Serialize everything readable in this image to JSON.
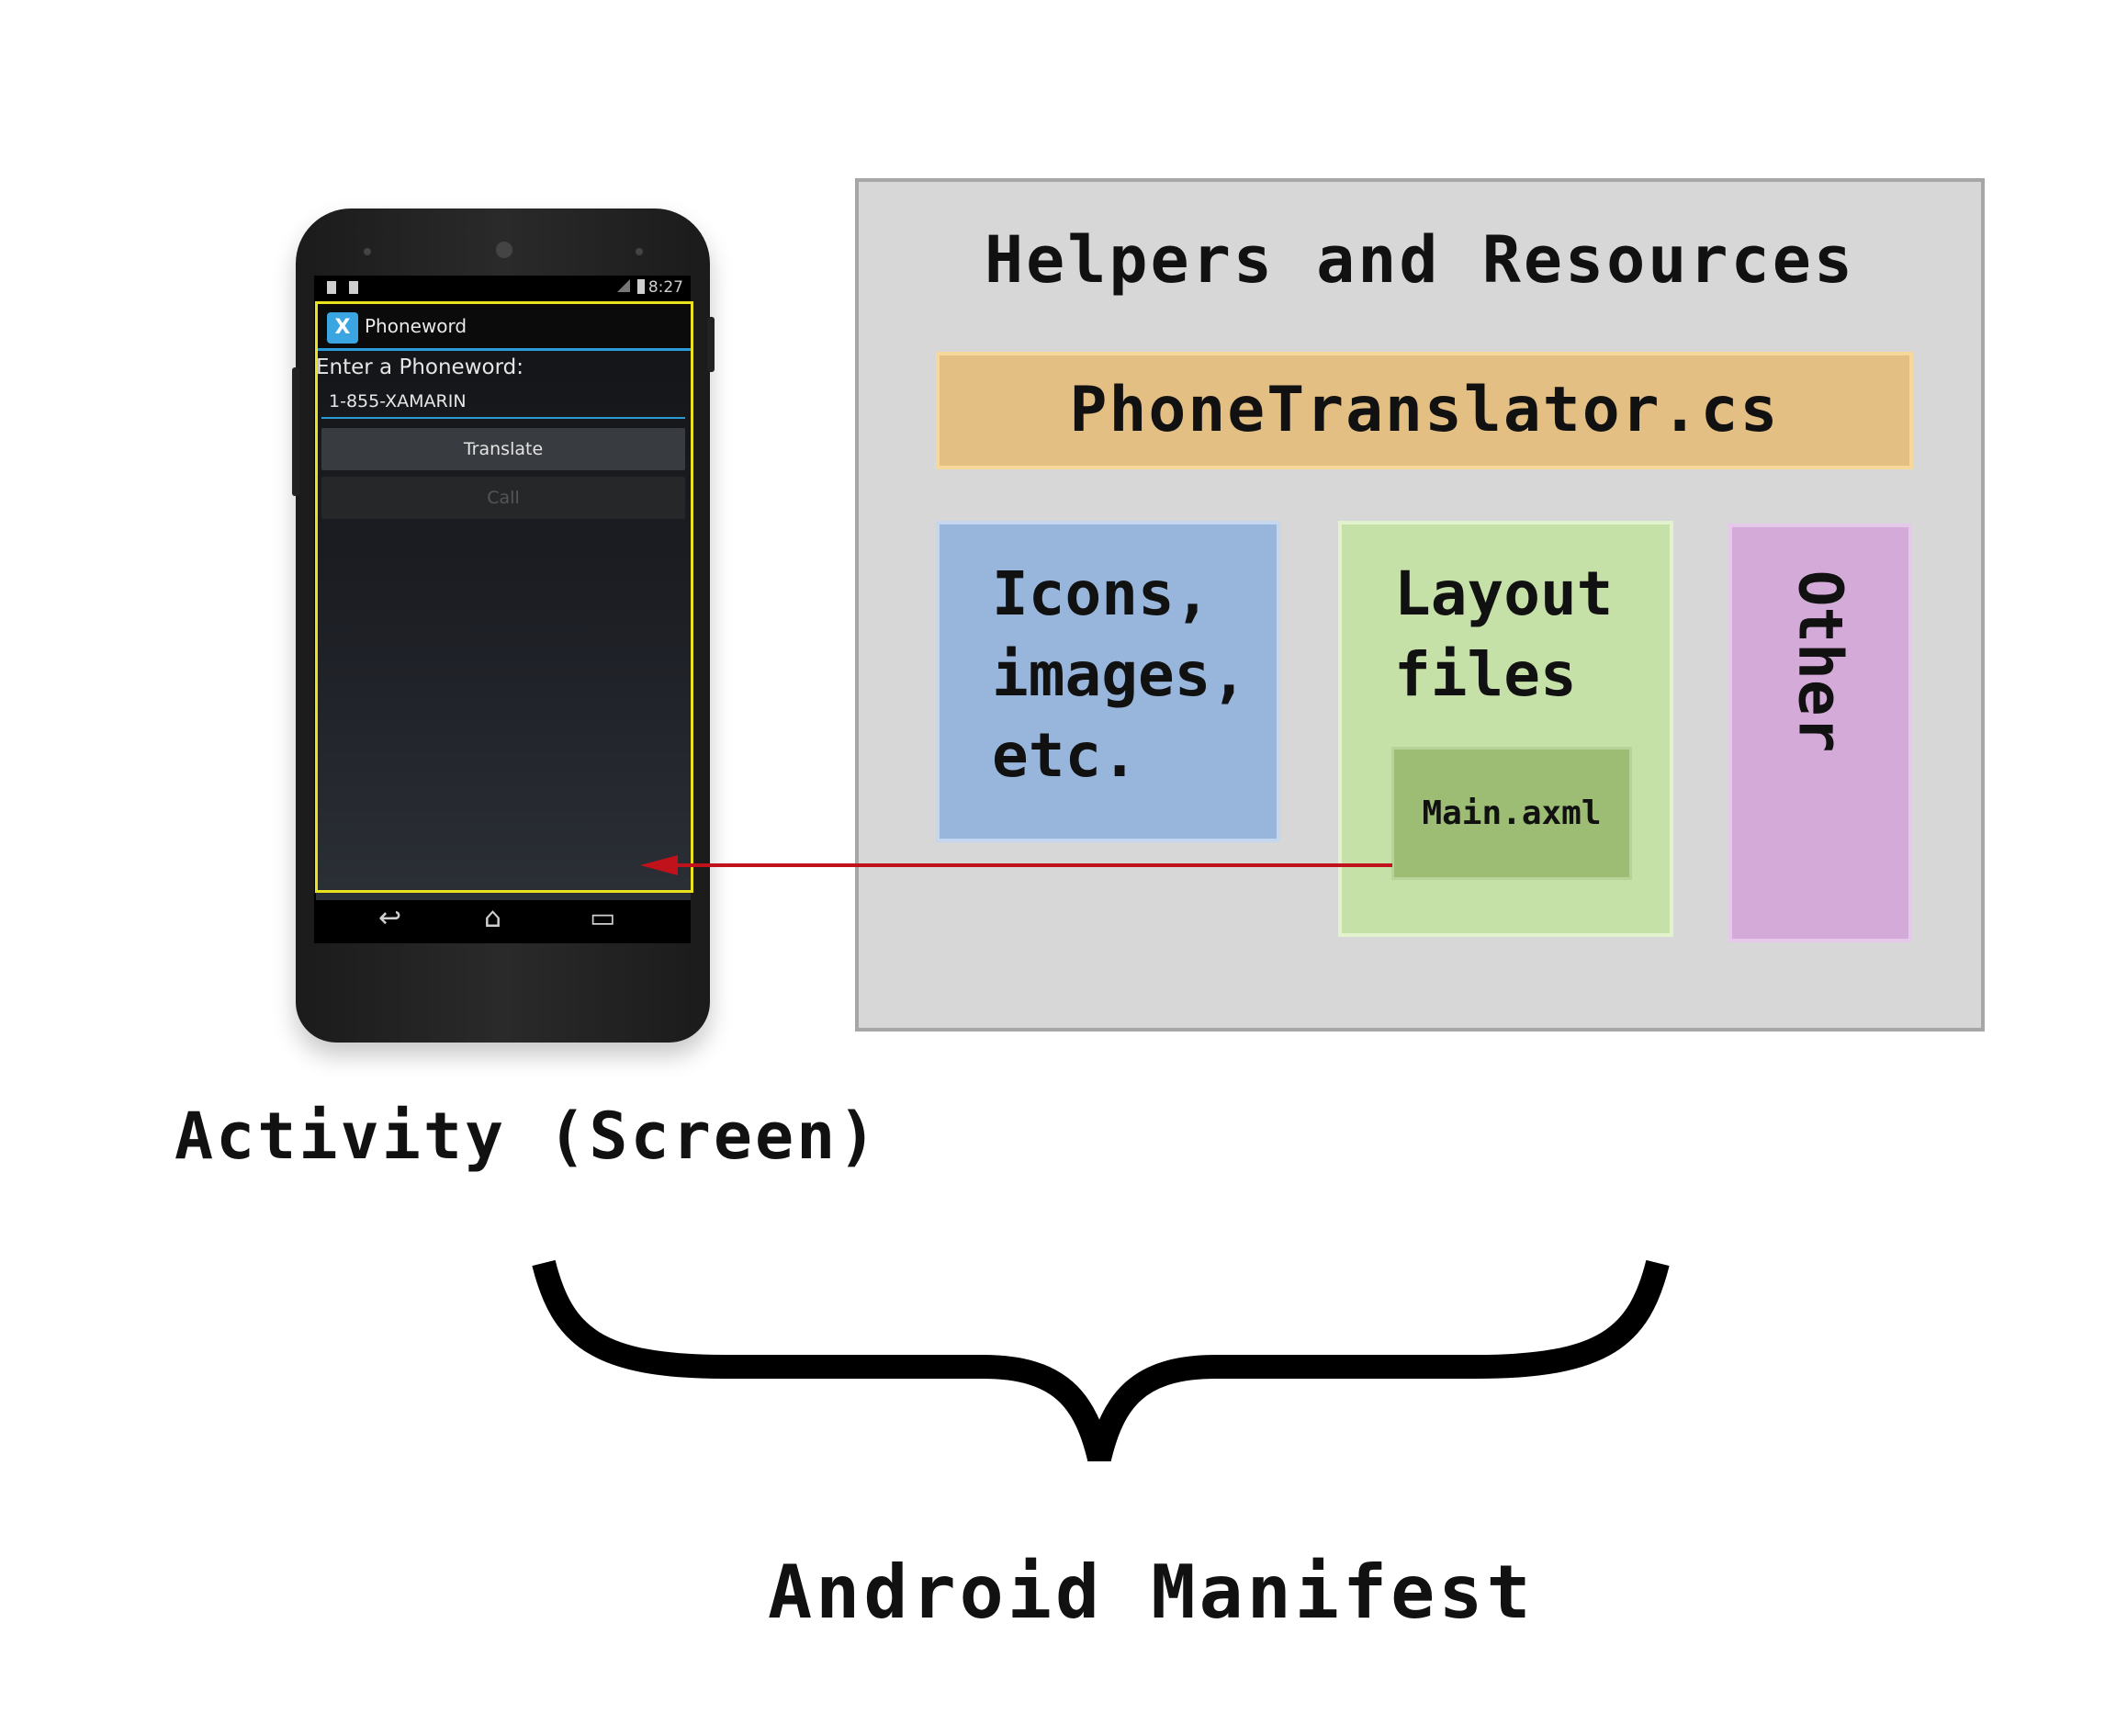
{
  "phone": {
    "status_time": "8:27",
    "app_title": "Phoneword",
    "app_logo_glyph": "X",
    "prompt_label": "Enter a Phoneword:",
    "input_value": "1-855-XAMARIN",
    "translate_label": "Translate",
    "call_label": "Call",
    "nav_icons": [
      "back-icon",
      "home-icon",
      "recents-icon"
    ]
  },
  "helpers": {
    "title": "Helpers and Resources",
    "phonetranslator": "PhoneTranslator.cs",
    "icons": "Icons,\nimages,\netc.",
    "layout": "Layout\nfiles",
    "main_axml": "Main.axml",
    "other": "Other"
  },
  "captions": {
    "activity": "Activity (Screen)",
    "manifest": "Android Manifest"
  },
  "colors": {
    "panel_bg": "#d8d7d8",
    "phonetranslator_bg": "#e4bf84",
    "icons_bg": "#98b6dc",
    "layout_bg": "#c6e1a8",
    "main_axml_bg": "#9dbd74",
    "other_bg": "#d4aad8",
    "highlight": "#e9e21d",
    "arrow": "#c0121b"
  }
}
